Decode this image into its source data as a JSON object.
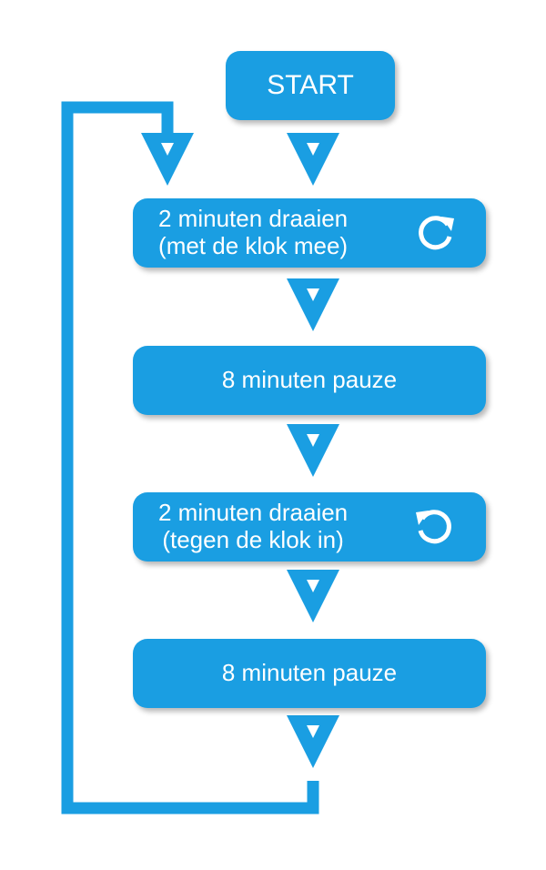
{
  "colors": {
    "box_fill": "#1a9ee2",
    "connector": "#1a9ee2",
    "text": "#ffffff"
  },
  "start": {
    "label": "START"
  },
  "steps": [
    {
      "line1": "2 minuten draaien",
      "line2": "(met de klok mee)",
      "icon": "rotate-clockwise-icon"
    },
    {
      "line1": "8 minuten pauze"
    },
    {
      "line1": "2 minuten draaien",
      "line2": "(tegen de klok in)",
      "icon": "rotate-counterclockwise-icon"
    },
    {
      "line1": "8 minuten pauze"
    }
  ]
}
